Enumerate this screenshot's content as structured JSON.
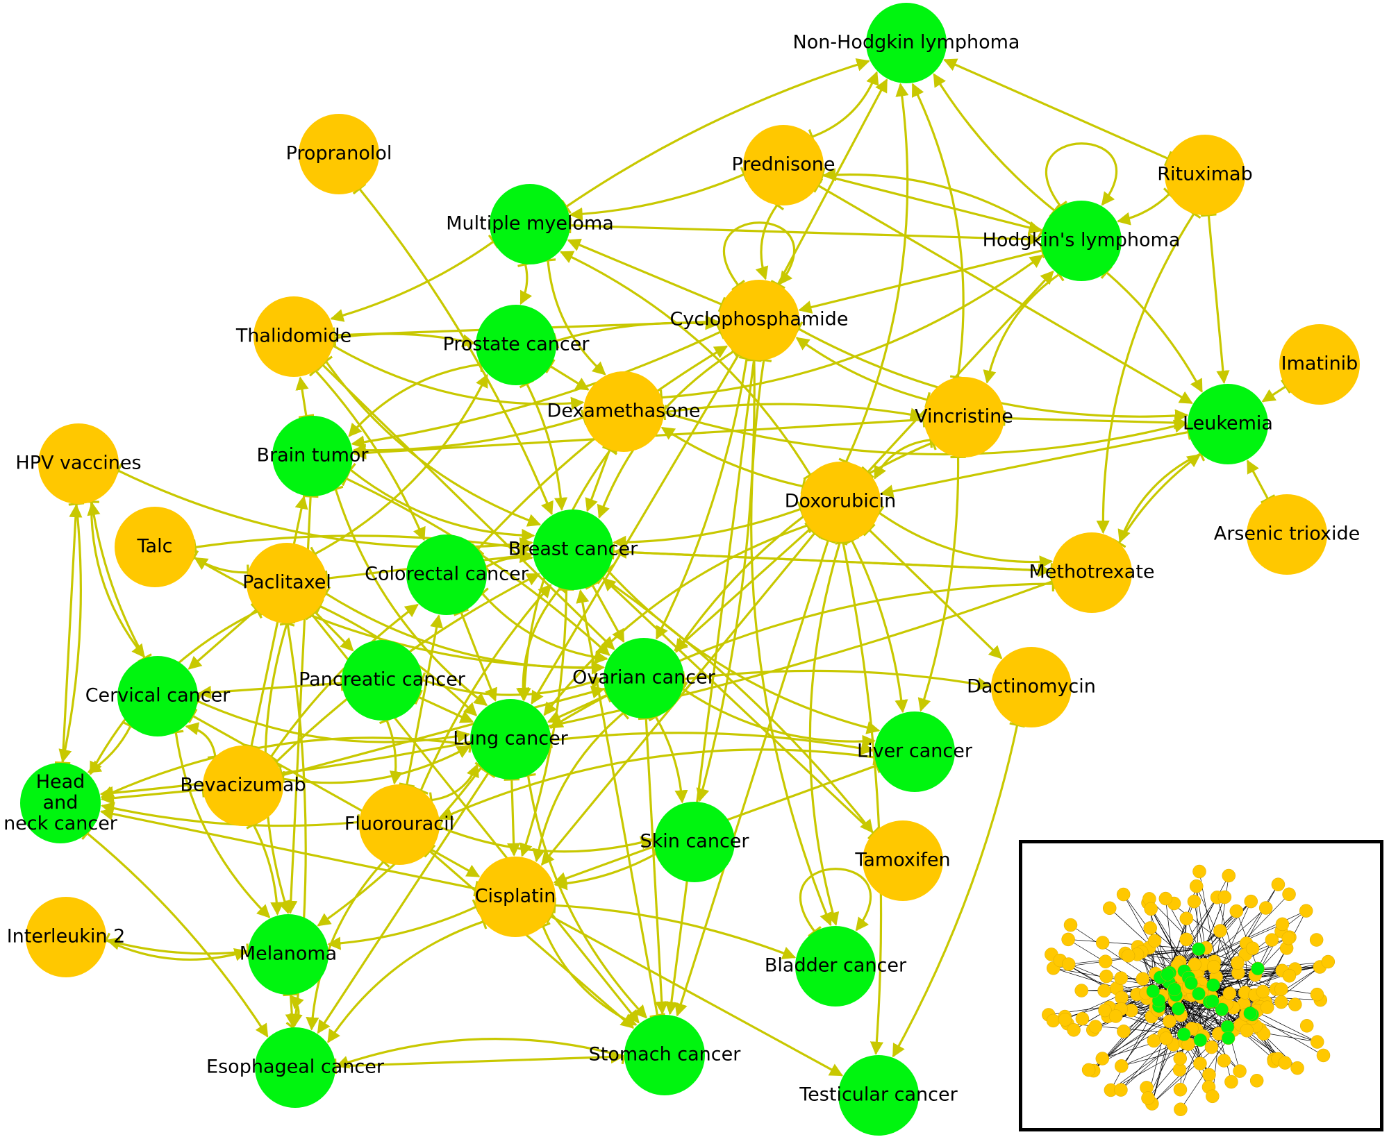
{
  "colors": {
    "disease": "#00f50f",
    "drug": "#ffc800",
    "edge": "#c8c800",
    "inset_edge": "#000000",
    "inset_border": "#000000"
  },
  "legend_semantics": {
    "disease_type": "disease",
    "drug_type": "drug"
  },
  "nodes": [
    {
      "id": "nhl",
      "label": "Non-Hodgkin lymphoma",
      "type": "disease"
    },
    {
      "id": "propranolol",
      "label": "Propranolol",
      "type": "drug"
    },
    {
      "id": "prednisone",
      "label": "Prednisone",
      "type": "drug"
    },
    {
      "id": "rituximab",
      "label": "Rituximab",
      "type": "drug"
    },
    {
      "id": "mm",
      "label": "Multiple myeloma",
      "type": "disease"
    },
    {
      "id": "hodgkin",
      "label": "Hodgkin's lymphoma",
      "type": "disease"
    },
    {
      "id": "thalidomide",
      "label": "Thalidomide",
      "type": "drug"
    },
    {
      "id": "prostate",
      "label": "Prostate cancer",
      "type": "disease"
    },
    {
      "id": "cyclophosphamide",
      "label": "Cyclophosphamide",
      "type": "drug"
    },
    {
      "id": "imatinib",
      "label": "Imatinib",
      "type": "drug"
    },
    {
      "id": "dexamethasone",
      "label": "Dexamethasone",
      "type": "drug"
    },
    {
      "id": "vincristine",
      "label": "Vincristine",
      "type": "drug"
    },
    {
      "id": "leukemia",
      "label": "Leukemia",
      "type": "disease"
    },
    {
      "id": "hpv",
      "label": "HPV vaccines",
      "type": "drug"
    },
    {
      "id": "brain",
      "label": "Brain tumor",
      "type": "disease"
    },
    {
      "id": "doxorubicin",
      "label": "Doxorubicin",
      "type": "drug"
    },
    {
      "id": "arsenic",
      "label": "Arsenic trioxide",
      "type": "drug"
    },
    {
      "id": "talc",
      "label": "Talc",
      "type": "drug"
    },
    {
      "id": "breast",
      "label": "Breast cancer",
      "type": "disease"
    },
    {
      "id": "paclitaxel",
      "label": "Paclitaxel",
      "type": "drug"
    },
    {
      "id": "colorectal",
      "label": "Colorectal cancer",
      "type": "disease"
    },
    {
      "id": "methotrexate",
      "label": "Methotrexate",
      "type": "drug"
    },
    {
      "id": "ovarian",
      "label": "Ovarian cancer",
      "type": "disease"
    },
    {
      "id": "pancreatic",
      "label": "Pancreatic cancer",
      "type": "disease"
    },
    {
      "id": "cervical",
      "label": "Cervical cancer",
      "type": "disease"
    },
    {
      "id": "dactinomycin",
      "label": "Dactinomycin",
      "type": "drug"
    },
    {
      "id": "lung",
      "label": "Lung cancer",
      "type": "disease"
    },
    {
      "id": "liver",
      "label": "Liver cancer",
      "type": "disease"
    },
    {
      "id": "headneck",
      "label": "Head and neck cancer",
      "label_lines": [
        "Head",
        "and",
        "neck cancer"
      ],
      "type": "disease"
    },
    {
      "id": "bevacizumab",
      "label": "Bevacizumab",
      "type": "drug"
    },
    {
      "id": "fluorouracil",
      "label": "Fluorouracil",
      "type": "drug"
    },
    {
      "id": "skin",
      "label": "Skin cancer",
      "type": "disease"
    },
    {
      "id": "tamoxifen",
      "label": "Tamoxifen",
      "type": "drug"
    },
    {
      "id": "cisplatin",
      "label": "Cisplatin",
      "type": "drug"
    },
    {
      "id": "interleukin2",
      "label": "Interleukin 2",
      "type": "drug"
    },
    {
      "id": "melanoma",
      "label": "Melanoma",
      "type": "disease"
    },
    {
      "id": "bladder",
      "label": "Bladder cancer",
      "type": "disease"
    },
    {
      "id": "esophageal",
      "label": "Esophageal cancer",
      "type": "disease"
    },
    {
      "id": "stomach",
      "label": "Stomach cancer",
      "type": "disease"
    },
    {
      "id": "testicular",
      "label": "Testicular cancer",
      "type": "disease"
    }
  ],
  "edges": [
    [
      "prednisone",
      "nhl"
    ],
    [
      "mm",
      "nhl"
    ],
    [
      "cyclophosphamide",
      "nhl"
    ],
    [
      "vincristine",
      "nhl"
    ],
    [
      "hodgkin",
      "nhl"
    ],
    [
      "rituximab",
      "nhl"
    ],
    [
      "doxorubicin",
      "nhl"
    ],
    [
      "propranolol",
      "breast"
    ],
    [
      "prednisone",
      "hodgkin"
    ],
    [
      "hodgkin",
      "prednisone"
    ],
    [
      "prednisone",
      "mm"
    ],
    [
      "prednisone",
      "leukemia"
    ],
    [
      "prednisone",
      "cyclophosphamide"
    ],
    [
      "rituximab",
      "hodgkin"
    ],
    [
      "rituximab",
      "leukemia"
    ],
    [
      "rituximab",
      "methotrexate"
    ],
    [
      "mm",
      "thalidomide"
    ],
    [
      "mm",
      "hodgkin"
    ],
    [
      "mm",
      "dexamethasone"
    ],
    [
      "mm",
      "prostate"
    ],
    [
      "cyclophosphamide",
      "mm"
    ],
    [
      "doxorubicin",
      "mm"
    ],
    [
      "hodgkin",
      "hodgkin"
    ],
    [
      "hodgkin",
      "cyclophosphamide"
    ],
    [
      "hodgkin",
      "vincristine"
    ],
    [
      "hodgkin",
      "leukemia"
    ],
    [
      "doxorubicin",
      "hodgkin"
    ],
    [
      "dexamethasone",
      "hodgkin"
    ],
    [
      "thalidomide",
      "prostate"
    ],
    [
      "thalidomide",
      "cyclophosphamide"
    ],
    [
      "thalidomide",
      "breast"
    ],
    [
      "thalidomide",
      "colorectal"
    ],
    [
      "thalidomide",
      "ovarian"
    ],
    [
      "thalidomide",
      "dexamethasone"
    ],
    [
      "prostate",
      "cyclophosphamide"
    ],
    [
      "prostate",
      "dexamethasone"
    ],
    [
      "prostate",
      "brain"
    ],
    [
      "prostate",
      "breast"
    ],
    [
      "cyclophosphamide",
      "cyclophosphamide"
    ],
    [
      "cyclophosphamide",
      "breast"
    ],
    [
      "cyclophosphamide",
      "ovarian"
    ],
    [
      "cyclophosphamide",
      "lung"
    ],
    [
      "cyclophosphamide",
      "leukemia"
    ],
    [
      "cyclophosphamide",
      "skin"
    ],
    [
      "cyclophosphamide",
      "stomach"
    ],
    [
      "cyclophosphamide",
      "bladder"
    ],
    [
      "cyclophosphamide",
      "brain"
    ],
    [
      "imatinib",
      "leukemia"
    ],
    [
      "dexamethasone",
      "leukemia"
    ],
    [
      "dexamethasone",
      "brain"
    ],
    [
      "dexamethasone",
      "breast"
    ],
    [
      "dexamethasone",
      "lung"
    ],
    [
      "dexamethasone",
      "vincristine"
    ],
    [
      "vincristine",
      "leukemia"
    ],
    [
      "vincristine",
      "doxorubicin"
    ],
    [
      "vincristine",
      "liver"
    ],
    [
      "vincristine",
      "brain"
    ],
    [
      "vincristine",
      "ovarian"
    ],
    [
      "vincristine",
      "cyclophosphamide"
    ],
    [
      "arsenic",
      "leukemia"
    ],
    [
      "leukemia",
      "methotrexate"
    ],
    [
      "methotrexate",
      "leukemia"
    ],
    [
      "leukemia",
      "doxorubicin"
    ],
    [
      "hpv",
      "cervical"
    ],
    [
      "hpv",
      "headneck"
    ],
    [
      "headneck",
      "hpv"
    ],
    [
      "hpv",
      "breast"
    ],
    [
      "cervical",
      "hpv"
    ],
    [
      "brain",
      "thalidomide"
    ],
    [
      "brain",
      "breast"
    ],
    [
      "brain",
      "ovarian"
    ],
    [
      "brain",
      "melanoma"
    ],
    [
      "brain",
      "lung"
    ],
    [
      "doxorubicin",
      "breast"
    ],
    [
      "doxorubicin",
      "ovarian"
    ],
    [
      "doxorubicin",
      "lung"
    ],
    [
      "doxorubicin",
      "liver"
    ],
    [
      "doxorubicin",
      "stomach"
    ],
    [
      "doxorubicin",
      "methotrexate"
    ],
    [
      "doxorubicin",
      "dexamethasone"
    ],
    [
      "doxorubicin",
      "cisplatin"
    ],
    [
      "doxorubicin",
      "bladder"
    ],
    [
      "doxorubicin",
      "testicular"
    ],
    [
      "doxorubicin",
      "dactinomycin"
    ],
    [
      "talc",
      "ovarian"
    ],
    [
      "talc",
      "breast"
    ],
    [
      "breast",
      "ovarian"
    ],
    [
      "breast",
      "lung"
    ],
    [
      "breast",
      "cisplatin"
    ],
    [
      "breast",
      "methotrexate"
    ],
    [
      "breast",
      "liver"
    ],
    [
      "breast",
      "tamoxifen"
    ],
    [
      "paclitaxel",
      "breast"
    ],
    [
      "paclitaxel",
      "ovarian"
    ],
    [
      "paclitaxel",
      "lung"
    ],
    [
      "paclitaxel",
      "cervical"
    ],
    [
      "paclitaxel",
      "melanoma"
    ],
    [
      "paclitaxel",
      "esophageal"
    ],
    [
      "paclitaxel",
      "stomach"
    ],
    [
      "paclitaxel",
      "headneck"
    ],
    [
      "paclitaxel",
      "talc"
    ],
    [
      "paclitaxel",
      "pancreatic"
    ],
    [
      "paclitaxel",
      "prostate"
    ],
    [
      "colorectal",
      "breast"
    ],
    [
      "colorectal",
      "lung"
    ],
    [
      "colorectal",
      "ovarian"
    ],
    [
      "colorectal",
      "cyclophosphamide"
    ],
    [
      "methotrexate",
      "breast"
    ],
    [
      "methotrexate",
      "lung"
    ],
    [
      "methotrexate",
      "headneck"
    ],
    [
      "ovarian",
      "lung"
    ],
    [
      "ovarian",
      "cisplatin"
    ],
    [
      "ovarian",
      "skin"
    ],
    [
      "ovarian",
      "stomach"
    ],
    [
      "ovarian",
      "liver"
    ],
    [
      "ovarian",
      "dactinomycin"
    ],
    [
      "pancreatic",
      "lung"
    ],
    [
      "pancreatic",
      "ovarian"
    ],
    [
      "pancreatic",
      "fluorouracil"
    ],
    [
      "pancreatic",
      "cervical"
    ],
    [
      "cervical",
      "lung"
    ],
    [
      "cervical",
      "headneck"
    ],
    [
      "cervical",
      "cisplatin"
    ],
    [
      "cervical",
      "melanoma"
    ],
    [
      "dactinomycin",
      "testicular"
    ],
    [
      "lung",
      "cisplatin"
    ],
    [
      "lung",
      "stomach"
    ],
    [
      "lung",
      "melanoma"
    ],
    [
      "lung",
      "esophageal"
    ],
    [
      "lung",
      "headneck"
    ],
    [
      "lung",
      "liver"
    ],
    [
      "liver",
      "cisplatin"
    ],
    [
      "liver",
      "fluorouracil"
    ],
    [
      "bevacizumab",
      "breast"
    ],
    [
      "bevacizumab",
      "ovarian"
    ],
    [
      "bevacizumab",
      "lung"
    ],
    [
      "bevacizumab",
      "colorectal"
    ],
    [
      "bevacizumab",
      "headneck"
    ],
    [
      "bevacizumab",
      "cervical"
    ],
    [
      "bevacizumab",
      "melanoma"
    ],
    [
      "bevacizumab",
      "brain"
    ],
    [
      "fluorouracil",
      "lung"
    ],
    [
      "fluorouracil",
      "breast"
    ],
    [
      "fluorouracil",
      "stomach"
    ],
    [
      "fluorouracil",
      "esophageal"
    ],
    [
      "fluorouracil",
      "headneck"
    ],
    [
      "fluorouracil",
      "colorectal"
    ],
    [
      "fluorouracil",
      "skin"
    ],
    [
      "skin",
      "cisplatin"
    ],
    [
      "tamoxifen",
      "breast"
    ],
    [
      "cisplatin",
      "stomach"
    ],
    [
      "cisplatin",
      "bladder"
    ],
    [
      "cisplatin",
      "testicular"
    ],
    [
      "cisplatin",
      "esophageal"
    ],
    [
      "cisplatin",
      "melanoma"
    ],
    [
      "cisplatin",
      "headneck"
    ],
    [
      "interleukin2",
      "melanoma"
    ],
    [
      "melanoma",
      "interleukin2"
    ],
    [
      "melanoma",
      "esophageal"
    ],
    [
      "esophageal",
      "melanoma"
    ],
    [
      "bladder",
      "bladder"
    ],
    [
      "esophageal",
      "stomach"
    ],
    [
      "stomach",
      "esophageal"
    ],
    [
      "headneck",
      "esophageal"
    ],
    [
      "stomach",
      "breast"
    ]
  ],
  "inset": {
    "description": "Full network overview",
    "disease_node_count": 27,
    "drug_node_count": 190
  }
}
